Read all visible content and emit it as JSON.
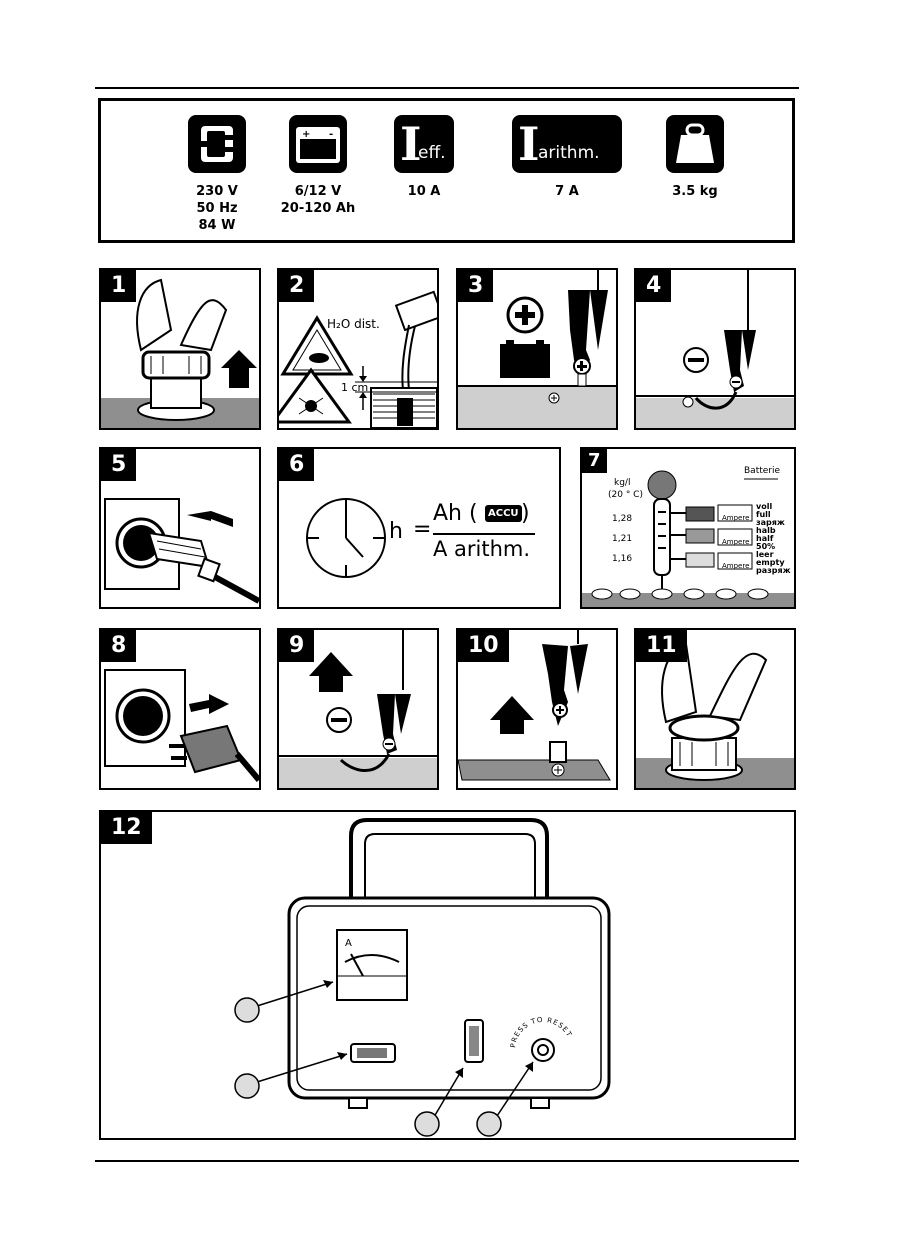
{
  "specs": [
    {
      "icon": "plug-icon",
      "text": "230 V\n50 Hz\n84 W"
    },
    {
      "icon": "battery-icon",
      "text": "6/12 V\n20-120 Ah"
    },
    {
      "icon": "i-eff-icon",
      "glyph": "I",
      "sub": "eff.",
      "text": "10 A"
    },
    {
      "icon": "i-arithm-icon",
      "glyph": "I",
      "sub": "arithm.",
      "text": "7 A"
    },
    {
      "icon": "weight-icon",
      "text": "3.5 kg"
    }
  ],
  "steps": [
    "1",
    "2",
    "3",
    "4",
    "5",
    "6",
    "7",
    "8",
    "9",
    "10",
    "11",
    "12"
  ],
  "step2": {
    "water": "H₂O dist.",
    "level": "1 cm"
  },
  "step6": {
    "h": "h",
    "equals": "=",
    "numerator_left": "Ah (",
    "accu": "ACCU",
    "numerator_right": ")",
    "denominator": "A arithm."
  },
  "step7": {
    "unit": "kg/l",
    "temp": "(20 ° C)",
    "title": "Batterie",
    "readings": [
      "1,28",
      "1,21",
      "1,16"
    ],
    "ampere": "Ampere",
    "states": [
      [
        "voll",
        "full",
        "заряж"
      ],
      [
        "halb",
        "half",
        "50%"
      ],
      [
        "leer",
        "empty",
        "разряж"
      ]
    ]
  },
  "step12": {
    "meter_label": "A",
    "reset_label": "PRESS TO RESET"
  },
  "colors": {
    "ink": "#000000",
    "floor_dark": "#8f8f8f",
    "floor_light": "#cfcfcf"
  }
}
